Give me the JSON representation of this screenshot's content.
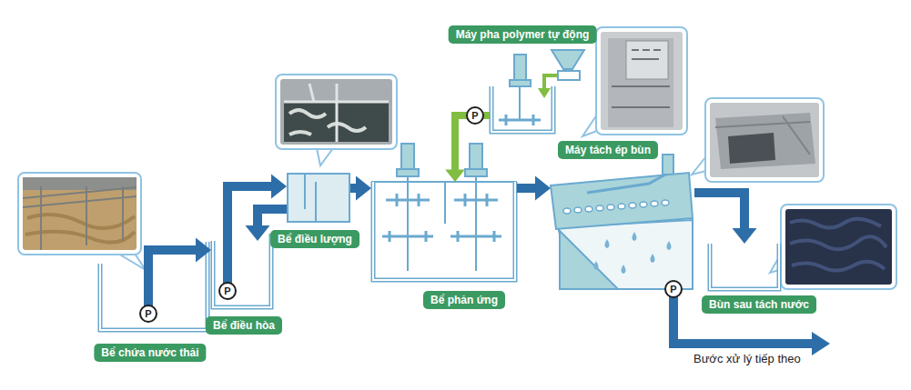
{
  "diagram": {
    "nodes": [
      {
        "text": [
          "Bể chứa nước thải"
        ]
      },
      {
        "text": [
          "Bể điều hòa"
        ]
      },
      {
        "text": [
          "Bể điều lượng"
        ]
      },
      {
        "text": [
          "Máy pha polymer tự động"
        ]
      },
      {
        "text": [
          "Bể phản ứng"
        ]
      },
      {
        "text": [
          "Máy tách ép bùn"
        ]
      },
      {
        "text": [
          "Bùn sau tách nước"
        ]
      }
    ],
    "edges": [
      {
        "from": 0,
        "to": 1,
        "arrow": "to"
      },
      {
        "from": 1,
        "to": 2,
        "arrow": "to"
      },
      {
        "from": 2,
        "to": 1,
        "arrow": "to"
      },
      {
        "from": 2,
        "to": 4,
        "arrow": "to"
      },
      {
        "from": 3,
        "to": 4,
        "arrow": "to"
      },
      {
        "from": 4,
        "to": 5,
        "arrow": "to"
      },
      {
        "from": 5,
        "to": 6,
        "arrow": "to"
      }
    ],
    "labels": [
      "P",
      "P",
      "P",
      "P",
      "Bước xử lý tiếp theo"
    ]
  }
}
